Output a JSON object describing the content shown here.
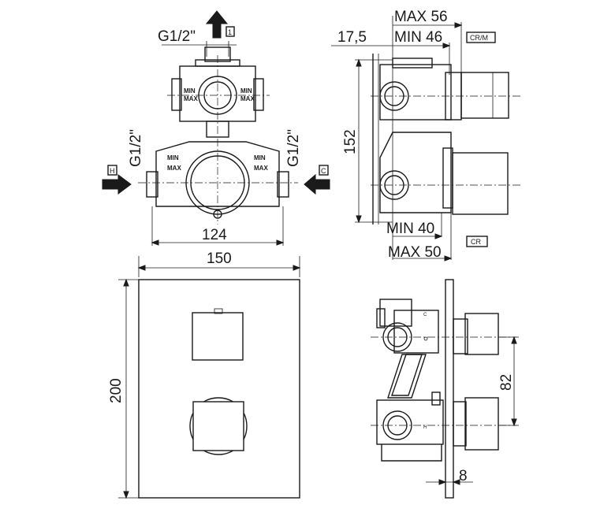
{
  "views": {
    "top_front": {
      "outlet_thread": "G1/2\"",
      "outlet_tag": "1",
      "inlet_left_thread": "G1/2\"",
      "inlet_right_thread": "G1/2\"",
      "hot_tag": "H",
      "cold_tag": "C",
      "min_label": "MIN",
      "max_label": "MAX",
      "width_dim": "124"
    },
    "top_side": {
      "max_depth": "MAX 56",
      "min_depth": "MIN 46",
      "offset_dim": "17,5",
      "height_dim": "152",
      "min_lower": "MIN 40",
      "max_lower": "MAX 50",
      "tag_upper": "CR/M",
      "tag_lower": "CR"
    },
    "bottom_front": {
      "plate_width": "150",
      "plate_height": "200"
    },
    "bottom_side": {
      "spacing_dim": "82",
      "plate_thickness": "8",
      "h_mark": "H",
      "c_mark": "C"
    }
  }
}
